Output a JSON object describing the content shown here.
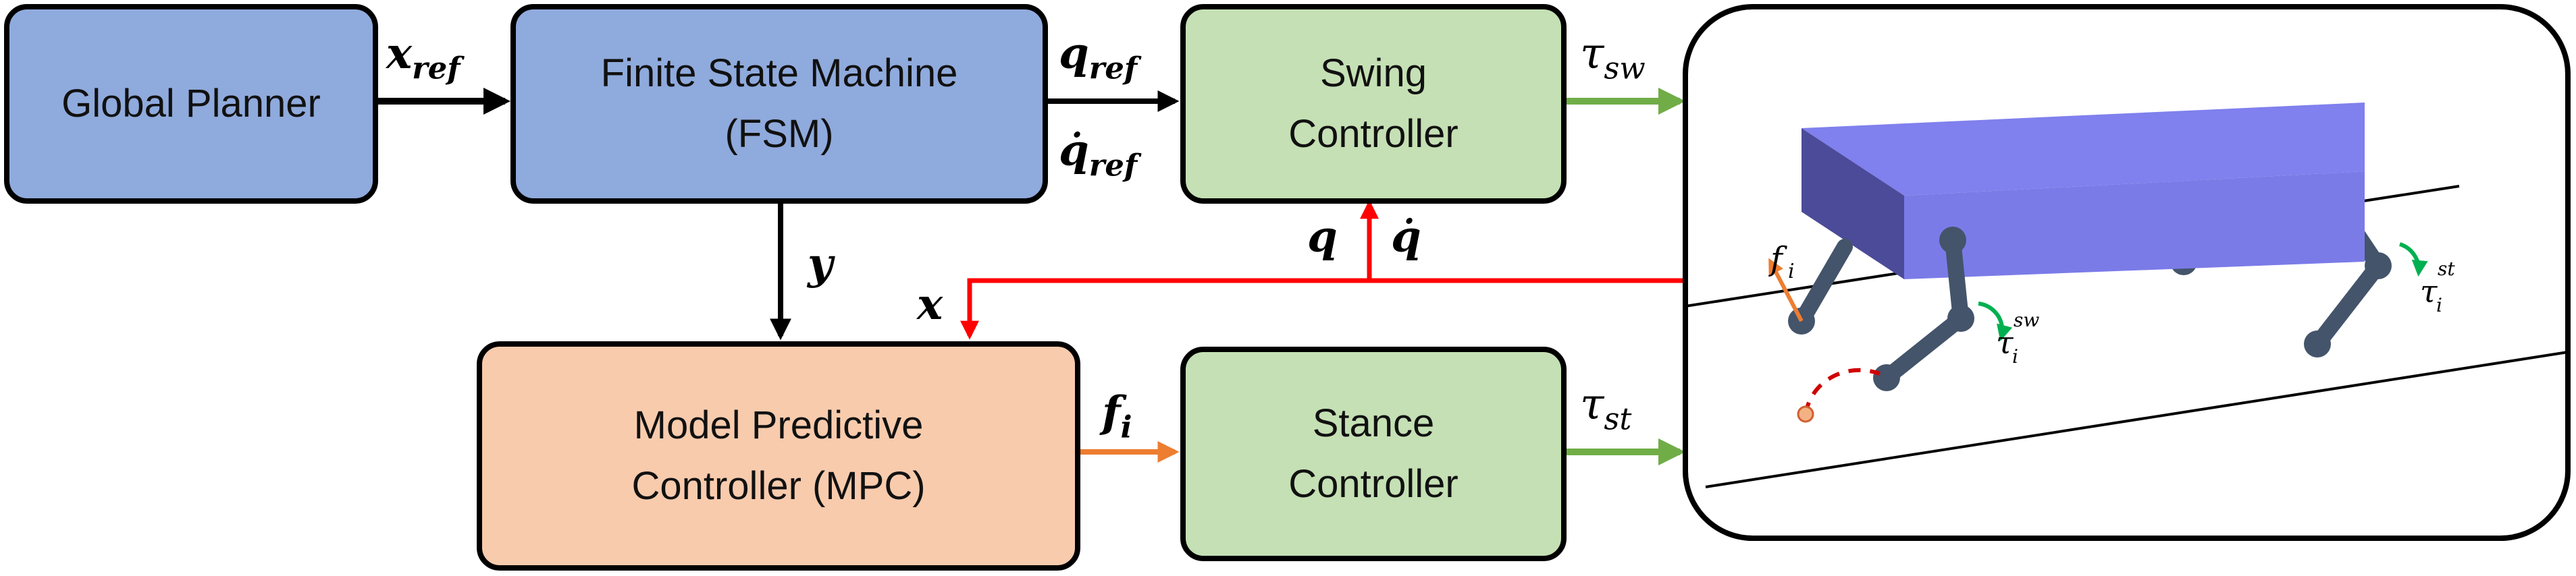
{
  "blocks": {
    "global_planner": "Global Planner",
    "fsm": "Finite State Machine\n(FSM)",
    "swing": "Swing\nController",
    "mpc": "Model Predictive\nController (MPC)",
    "stance": "Stance\nController"
  },
  "signals": {
    "x_ref": {
      "base": "x",
      "sub": "ref"
    },
    "q_ref": {
      "base": "q",
      "sub": "ref"
    },
    "qdot_ref": {
      "base": "q̇",
      "sub": "ref"
    },
    "tau_sw": {
      "base": "τ",
      "sub": "sw"
    },
    "tau_st": {
      "base": "τ",
      "sub": "st"
    },
    "y": "y",
    "x": "x",
    "q": "q",
    "qdot": "q̇",
    "f_i": {
      "base": "f",
      "sub": "i"
    }
  },
  "robot_labels": {
    "f_i": "f",
    "f_i_sub": "i",
    "tau_sw": "τ",
    "tau_sw_sub": "i",
    "tau_sw_sup": "sw",
    "tau_st": "τ",
    "tau_st_sub": "i",
    "tau_st_sup": "st"
  },
  "colors": {
    "planner_fill": "#8faadc",
    "controller_fill": "#c5e0b4",
    "mpc_fill": "#f8cbad",
    "feedback_arrow": "#ff0000",
    "torque_arrow": "#70ad47",
    "force_arrow": "#ed7d31",
    "robot_body": "#7b7be8",
    "robot_legs": "#44546a"
  }
}
